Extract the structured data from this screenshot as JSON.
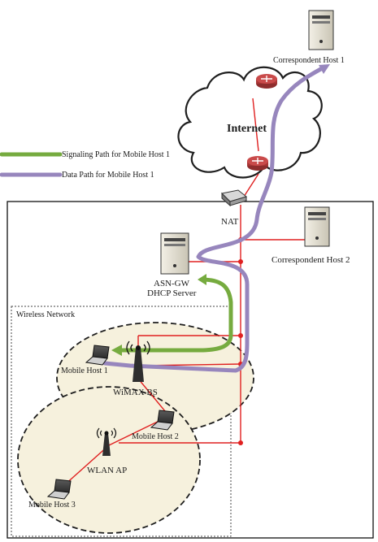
{
  "labels": {
    "correspondent_host_1": "Correspondent Host 1",
    "internet": "Internet",
    "nat": "NAT",
    "correspondent_host_2": "Correspondent Host 2",
    "asn_gw": "ASN-GW",
    "dhcp_server": "DHCP Server",
    "wireless_network": "Wireless Network",
    "mobile_host_1": "Mobile Host 1",
    "wimax_bs": "WiMAX BS",
    "mobile_host_2": "Mobile Host 2",
    "wlan_ap": "WLAN AP",
    "mobile_host_3": "Mobile Host 3"
  },
  "legend": {
    "signaling": "Signaling Path for Mobile Host 1",
    "data": "Data Path for Mobile Host 1"
  },
  "colors": {
    "signaling": "#76ab3f",
    "data": "#9786bd",
    "link": "#e02020",
    "cell_fill": "#f6f1dd",
    "router": "#c94a4a"
  }
}
